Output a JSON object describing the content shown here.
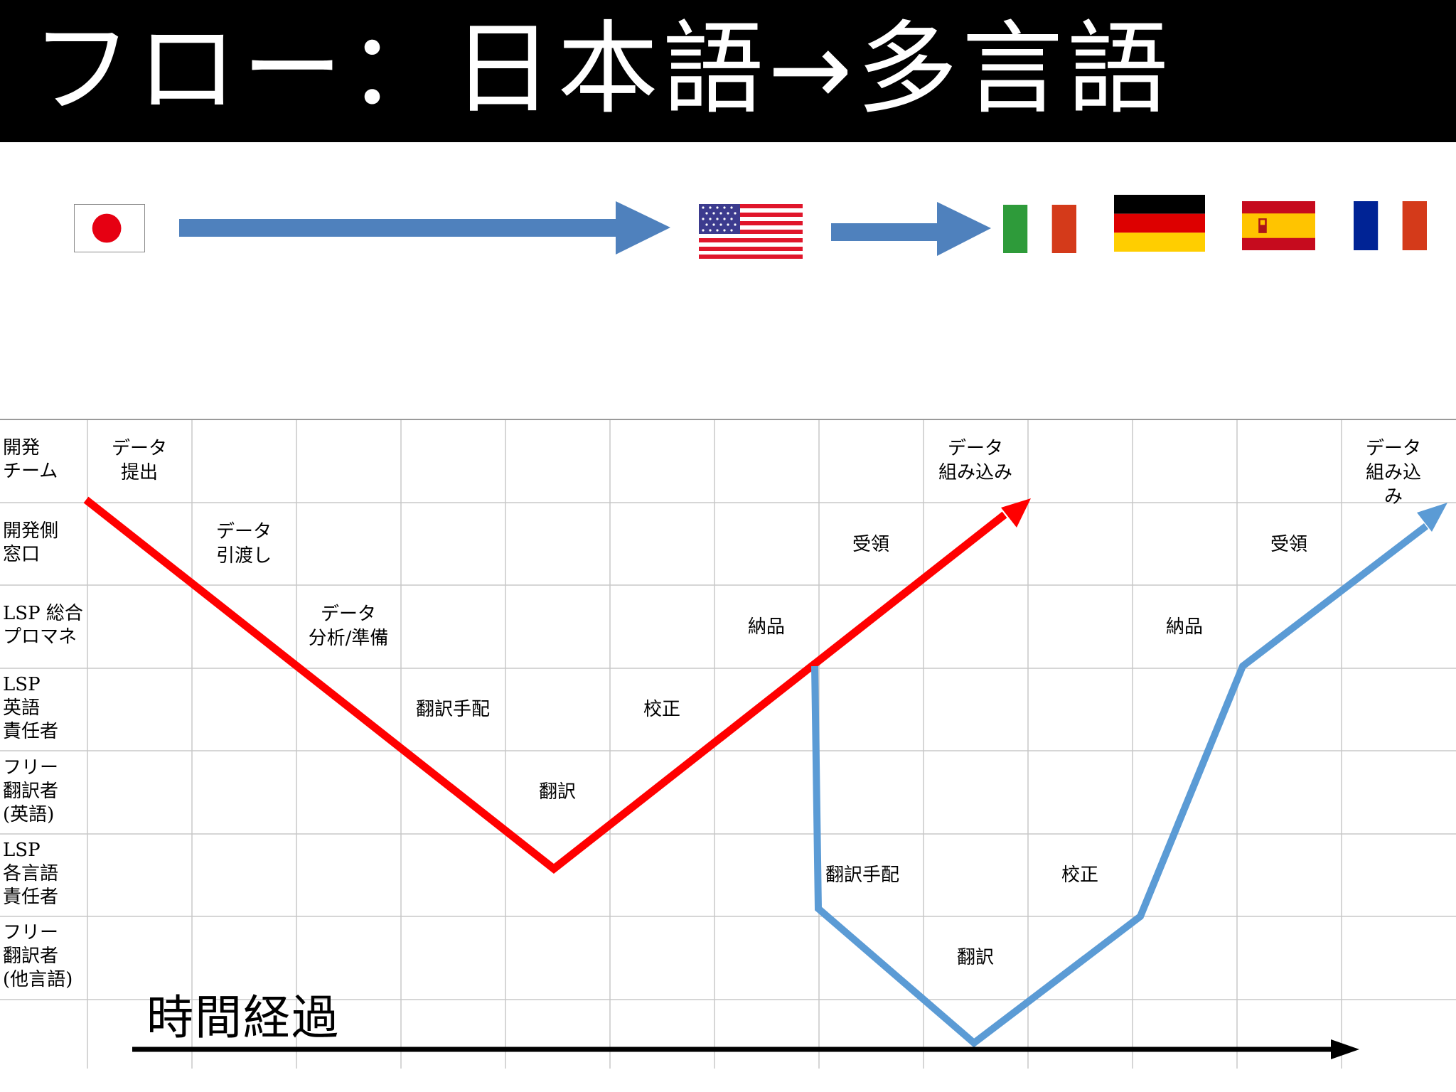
{
  "title": "フロー：日本語→多言語",
  "flags": [
    {
      "country": "japan",
      "icon": "flag-japan-icon"
    },
    {
      "country": "usa",
      "icon": "flag-usa-icon"
    },
    {
      "country": "italy",
      "icon": "flag-italy-icon"
    },
    {
      "country": "germany",
      "icon": "flag-germany-icon"
    },
    {
      "country": "spain",
      "icon": "flag-spain-icon"
    },
    {
      "country": "france",
      "icon": "flag-france-icon"
    }
  ],
  "colors": {
    "title_bg": "#000000",
    "title_text": "#ffffff",
    "arrow_blue": "#4f81bd",
    "red_flow": "#ff0000",
    "blue_flow": "#5b9bd5",
    "grid": "#c8c8c8"
  },
  "rows": [
    {
      "label": "開発\nチーム"
    },
    {
      "label": "開発側\n窓口"
    },
    {
      "label": "LSP 総合\nプロマネ"
    },
    {
      "label": "LSP\n英語\n責任者"
    },
    {
      "label": "フリー\n翻訳者\n(英語)"
    },
    {
      "label": "LSP\n各言語\n責任者"
    },
    {
      "label": "フリー\n翻訳者\n(他言語)"
    }
  ],
  "cells": [
    {
      "text": "データ\n提出",
      "row": 0,
      "col": 1
    },
    {
      "text": "データ\n引渡し",
      "row": 1,
      "col": 2
    },
    {
      "text": "データ\n分析/準備",
      "row": 2,
      "col": 3
    },
    {
      "text": "翻訳手配",
      "row": 3,
      "col": 4
    },
    {
      "text": "翻訳",
      "row": 4,
      "col": 5
    },
    {
      "text": "校正",
      "row": 3,
      "col": 6
    },
    {
      "text": "納品",
      "row": 2,
      "col": 7
    },
    {
      "text": "受領",
      "row": 1,
      "col": 8
    },
    {
      "text": "データ\n組み込み",
      "row": 0,
      "col": 9
    },
    {
      "text": "翻訳手配",
      "row": 5,
      "col": 8
    },
    {
      "text": "翻訳",
      "row": 6,
      "col": 9
    },
    {
      "text": "校正",
      "row": 5,
      "col": 10
    },
    {
      "text": "納品",
      "row": 2,
      "col": 11
    },
    {
      "text": "受領",
      "row": 1,
      "col": 12
    },
    {
      "text": "データ\n組み込み",
      "row": 0,
      "col": 13
    }
  ],
  "time_axis": {
    "label": "時間経過"
  }
}
